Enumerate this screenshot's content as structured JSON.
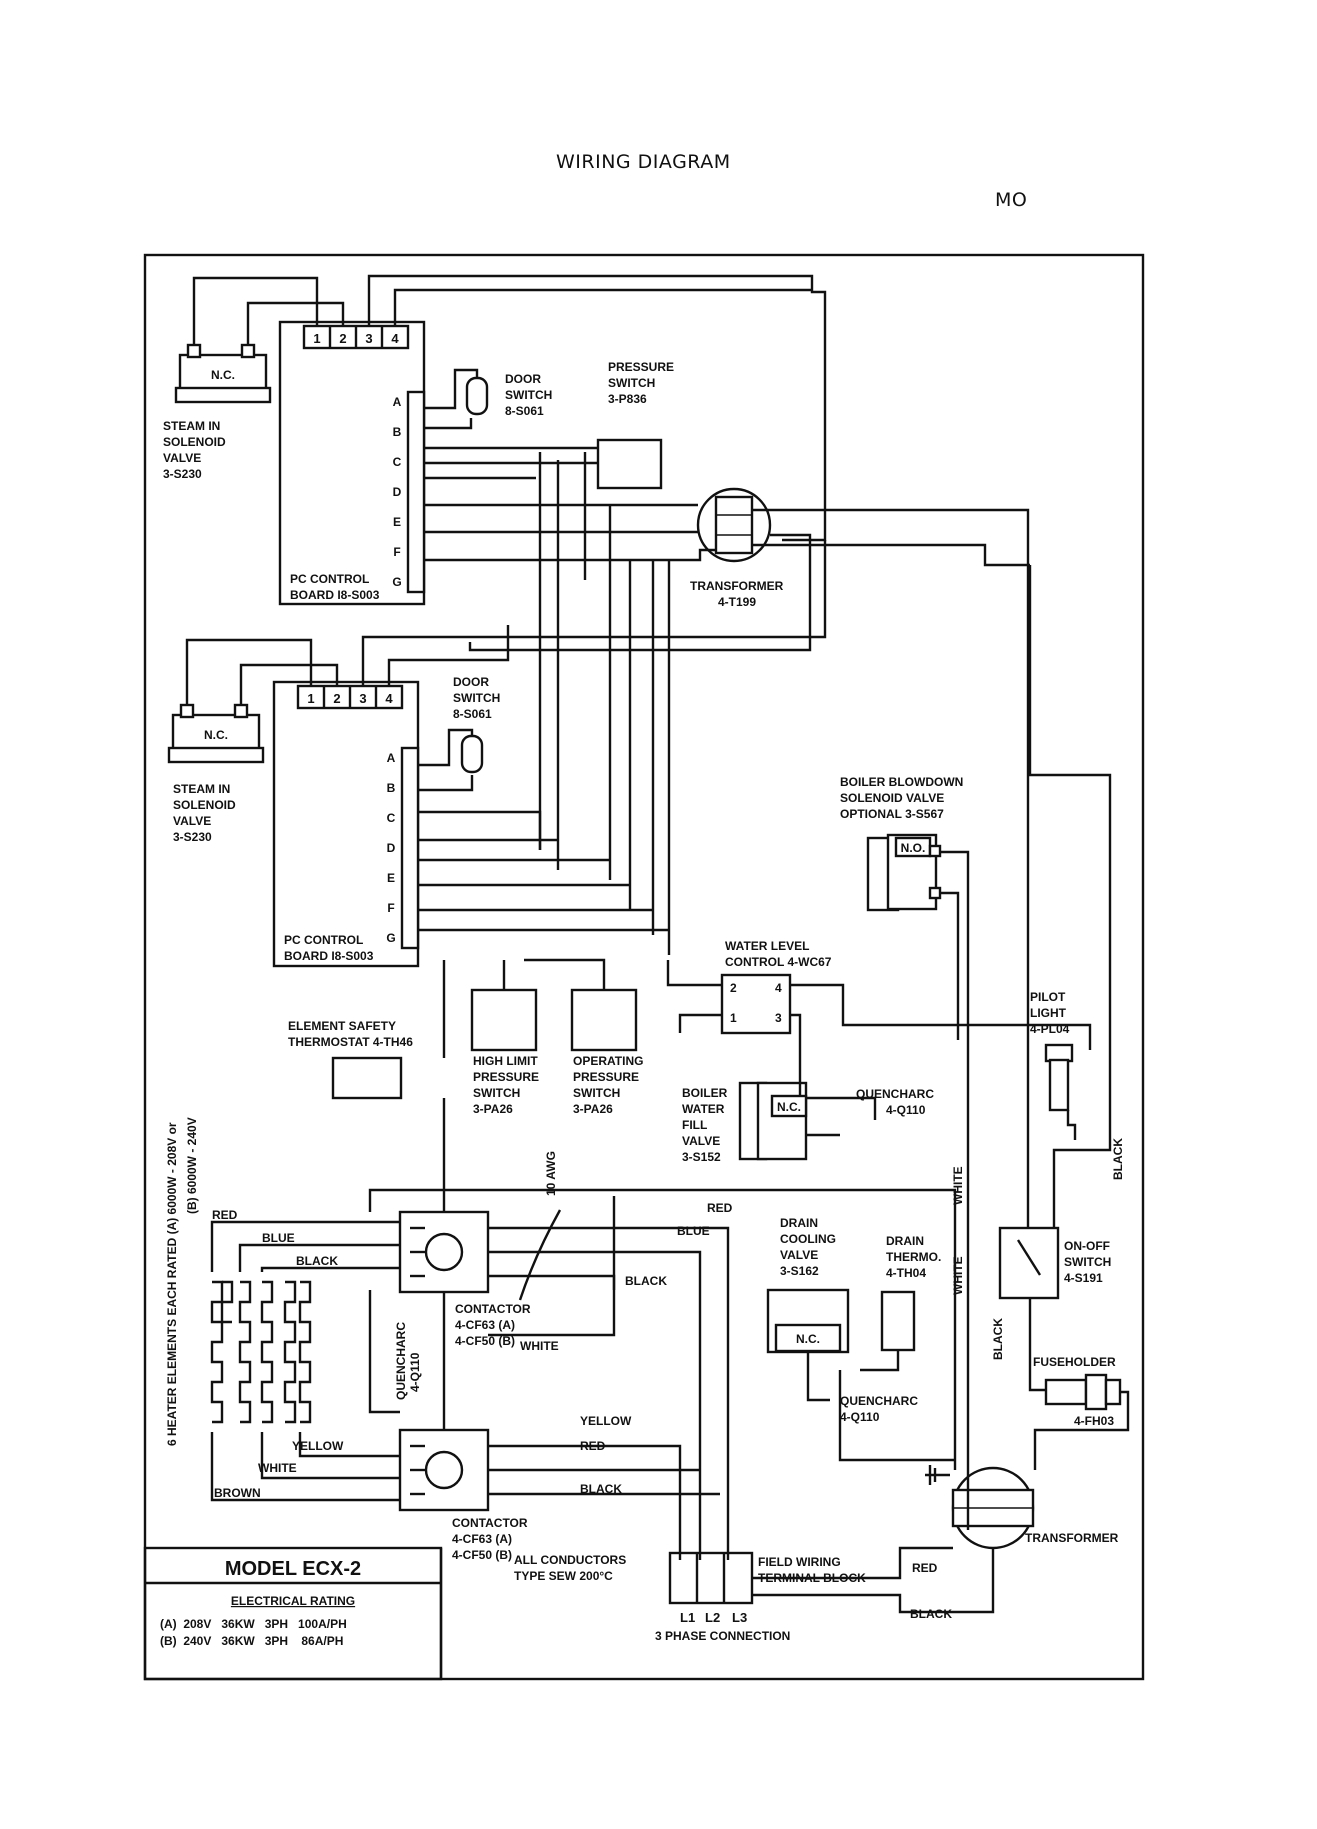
{
  "header": {
    "title": "WIRING DIAGRAM",
    "corner": "MO"
  },
  "model": {
    "title": "MODEL ECX-2",
    "rating_heading": "ELECTRICAL RATING",
    "rating_rows": [
      "(A)  208V   36KW   3PH   100A/PH",
      "(B)  240V   36KW   3PH    86A/PH"
    ]
  },
  "heater_note": [
    "6 HEATER ELEMENTS EACH RATED (A)  6000W - 208V  or",
    "(B)  6000W - 240V"
  ],
  "upper_unit": {
    "terminals": [
      "1",
      "2",
      "3",
      "4"
    ],
    "board_letters": [
      "A",
      "B",
      "C",
      "D",
      "E",
      "F",
      "G"
    ],
    "nc": "N.C.",
    "steam_valve": [
      "STEAM IN",
      "SOLENOID",
      "VALVE",
      "3-S230"
    ],
    "door_switch": [
      "DOOR",
      "SWITCH",
      "8-S061"
    ],
    "pressure_switch": [
      "PRESSURE",
      "SWITCH",
      "3-P836"
    ],
    "board": [
      "PC CONTROL",
      "BOARD I8-S003"
    ],
    "transformer": [
      "TRANSFORMER",
      "4-T199"
    ]
  },
  "lower_unit": {
    "terminals": [
      "1",
      "2",
      "3",
      "4"
    ],
    "board_letters": [
      "A",
      "B",
      "C",
      "D",
      "E",
      "F",
      "G"
    ],
    "nc": "N.C.",
    "steam_valve": [
      "STEAM IN",
      "SOLENOID",
      "VALVE",
      "3-S230"
    ],
    "door_switch": [
      "DOOR",
      "SWITCH",
      "8-S061"
    ],
    "board": [
      "PC CONTROL",
      "BOARD I8-S003"
    ]
  },
  "components": {
    "boiler_blowdown": [
      "BOILER BLOWDOWN",
      "SOLENOID VALVE",
      "OPTIONAL 3-S567"
    ],
    "no": "N.O.",
    "water_level": [
      "WATER LEVEL",
      "CONTROL 4-WC67"
    ],
    "wl_terminals": [
      "2",
      "4",
      "1",
      "3"
    ],
    "pilot_light": [
      "PILOT",
      "LIGHT",
      "4-PL04"
    ],
    "element_safety": [
      "ELEMENT SAFETY",
      "THERMOSTAT 4-TH46"
    ],
    "high_limit": [
      "HIGH LIMIT",
      "PRESSURE",
      "SWITCH",
      "3-PA26"
    ],
    "operating": [
      "OPERATING",
      "PRESSURE",
      "SWITCH",
      "3-PA26"
    ],
    "boiler_fill": [
      "BOILER",
      "WATER",
      "FILL",
      "VALVE",
      "3-S152"
    ],
    "fill_nc": "N.C.",
    "quencharc_1": [
      "QUENCHARC",
      "4-Q110"
    ],
    "awg": "10 AWG",
    "on_off": [
      "ON-OFF",
      "SWITCH",
      "4-S191"
    ],
    "drain_cooling": [
      "DRAIN",
      "COOLING",
      "VALVE",
      "3-S162"
    ],
    "drain_thermo": [
      "DRAIN",
      "THERMO.",
      "4-TH04"
    ],
    "drain_nc": "N.C.",
    "quencharc_2": [
      "QUENCHARC",
      "4-Q110"
    ],
    "quencharc_3": [
      "QUENCHARC",
      "4-Q110"
    ],
    "fuseholder": [
      "FUSEHOLDER",
      "4-FH03"
    ],
    "contactor_1": [
      "CONTACTOR",
      "4-CF63 (A)",
      "4-CF50 (B)"
    ],
    "contactor_2": [
      "CONTACTOR",
      "4-CF63 (A)",
      "4-CF50 (B)"
    ],
    "conductors": [
      "ALL CONDUCTORS",
      "TYPE SEW 200°C"
    ],
    "field_wiring": [
      "FIELD WIRING",
      "TERMINAL BLOCK"
    ],
    "lines": [
      "L1",
      "L2",
      "L3"
    ],
    "phase": "3 PHASE CONNECTION",
    "transformer_lower": "TRANSFORMER"
  },
  "wire_labels": {
    "red": "RED",
    "blue": "BLUE",
    "black": "BLACK",
    "white": "WHITE",
    "yellow": "YELLOW",
    "brown": "BROWN"
  }
}
